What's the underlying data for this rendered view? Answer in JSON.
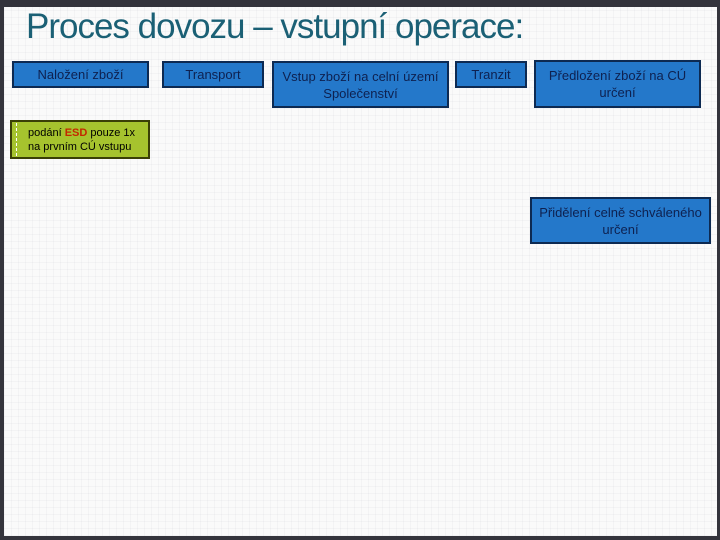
{
  "title": "Proces dovozu – vstupní operace:",
  "flow": {
    "boxes": [
      {
        "label": "Naložení zboží"
      },
      {
        "label": "Transport"
      },
      {
        "label": "Vstup zboží na celní území Společenství"
      },
      {
        "label": "Tranzit"
      },
      {
        "label": "Předložení zboží na CÚ určení"
      }
    ]
  },
  "note": {
    "prefix": "podání ",
    "highlight": "ESD",
    "middle": " pouze 1x",
    "line2": "na prvním CÚ vstupu"
  },
  "assignment": {
    "label": "Přidělení celně schváleného určení"
  },
  "colors": {
    "frame_border": "#34343c",
    "slide_bg": "#fafafa",
    "title_color": "#1b6075",
    "box_fill": "#2478ca",
    "box_border": "#0d2a52",
    "box_text": "#0e2150",
    "note_fill": "#a6c32e",
    "note_border": "#3a3f06",
    "note_highlight": "#c32800"
  }
}
